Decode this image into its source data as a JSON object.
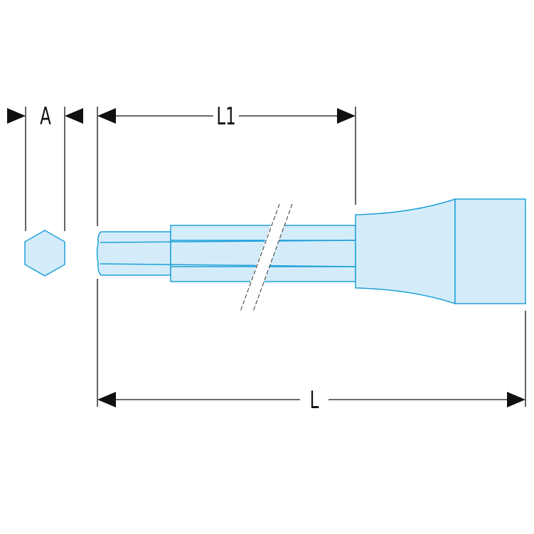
{
  "dimensions": {
    "a_label": "A",
    "l1_label": "L1",
    "l_label": "L"
  },
  "colors": {
    "fill": "#d4ecf9",
    "stroke": "#1ea0d8",
    "line": "#111111"
  }
}
